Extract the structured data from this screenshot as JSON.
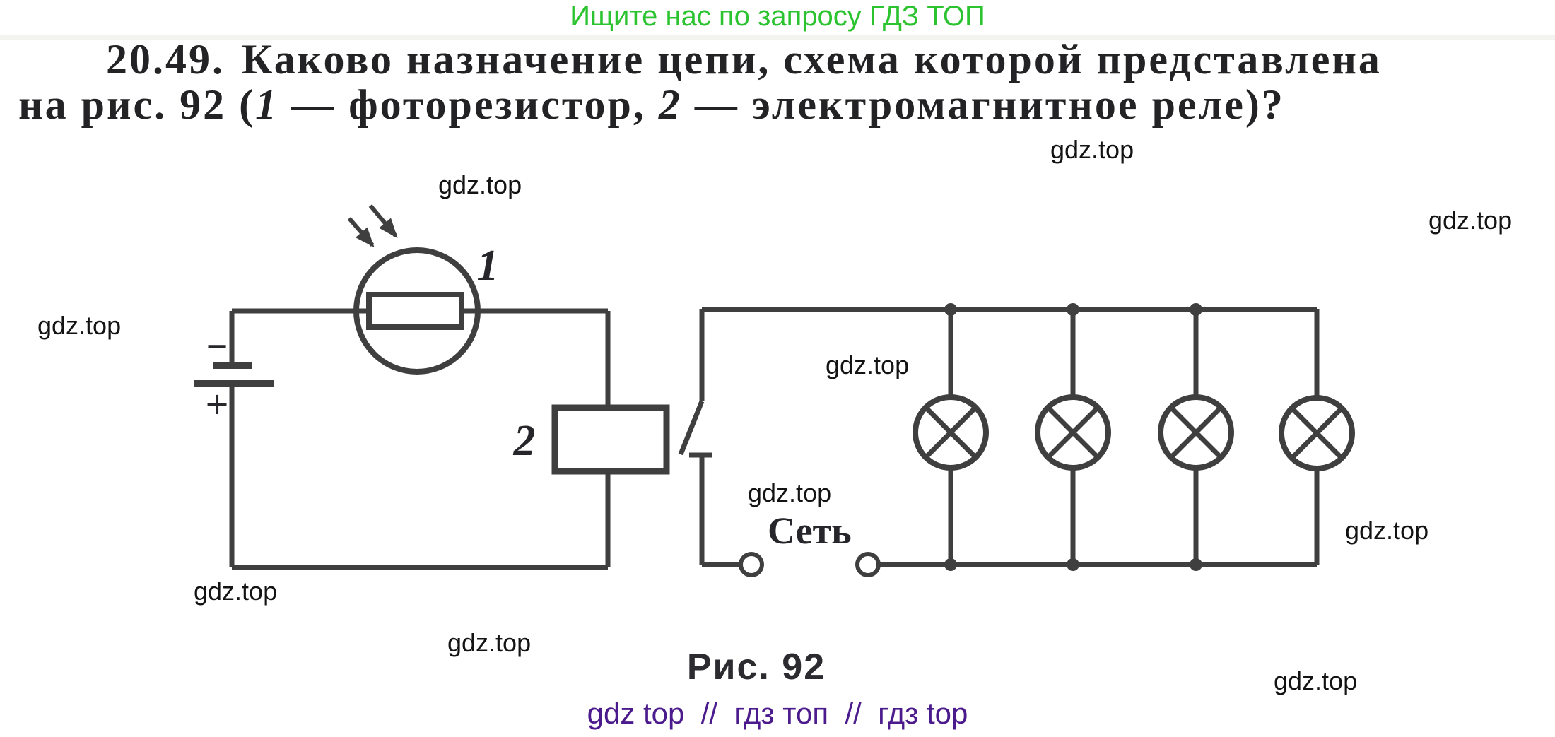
{
  "promo": {
    "text": "Ищите нас по запросу ГДЗ ТОП",
    "color": "#2bc32f"
  },
  "problem": {
    "number": "20.49.",
    "line1": "Каково назначение цепи, схема которой представлена",
    "line2_pre": "на рис. 92 (",
    "line2_item1": "1",
    "line2_mid": " — фоторезистор, ",
    "line2_item2": "2",
    "line2_post": " — электромагнитное реле)?"
  },
  "figure": {
    "caption": "Рис. 92",
    "photoresistor_label": "1",
    "relay_label": "2",
    "battery_minus": "−",
    "battery_plus": "+",
    "mains_label": "Сеть",
    "lamp_count": 4,
    "symbols": [
      "battery",
      "photoresistor",
      "relay-coil",
      "relay-contact-switch",
      "mains-terminals",
      "lamp",
      "lamp",
      "lamp",
      "lamp"
    ],
    "ink_color": "#3f3f3f"
  },
  "watermark": {
    "text": "gdz.top"
  },
  "footer": {
    "text": "gdz top  //  гдз топ  //  гдз top",
    "color": "#4b1a8c"
  }
}
